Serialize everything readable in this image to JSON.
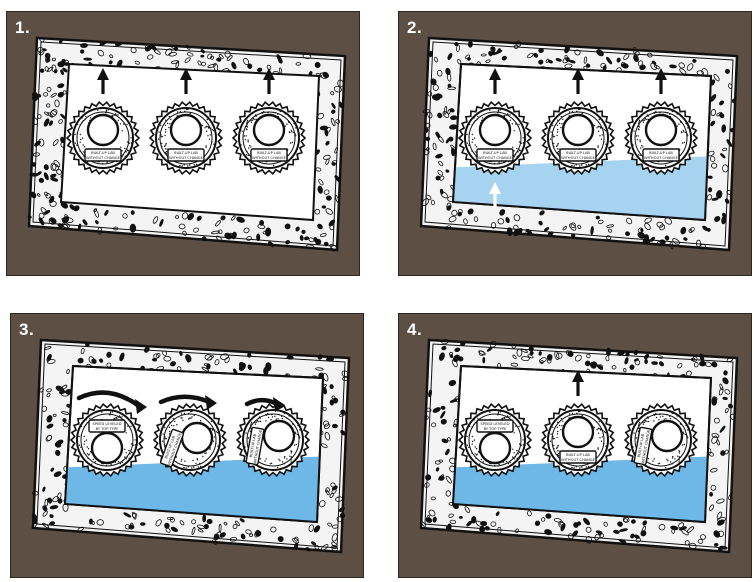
{
  "panels": [
    {
      "label": "1.",
      "water": "none",
      "upArrows": [
        0,
        1,
        2
      ],
      "curvedArrows": [],
      "whiteArrow": false,
      "knobs": [
        {
          "labelPos": "bottom"
        },
        {
          "labelPos": "bottom"
        },
        {
          "labelPos": "bottom"
        }
      ]
    },
    {
      "label": "2.",
      "water": "light",
      "upArrows": [
        0,
        1,
        2
      ],
      "curvedArrows": [],
      "whiteArrow": true,
      "knobs": [
        {
          "labelPos": "bottom"
        },
        {
          "labelPos": "bottom"
        },
        {
          "labelPos": "bottom"
        }
      ]
    },
    {
      "label": "3.",
      "water": "medium",
      "upArrows": [],
      "curvedArrows": [
        0,
        1,
        2
      ],
      "whiteArrow": false,
      "knobs": [
        {
          "labelPos": "top"
        },
        {
          "labelPos": "left"
        },
        {
          "labelPos": "left2"
        }
      ]
    },
    {
      "label": "4.",
      "water": "medium",
      "upArrows": [
        1
      ],
      "curvedArrows": [],
      "whiteArrow": false,
      "knobs": [
        {
          "labelPos": "top"
        },
        {
          "labelPos": "bottom"
        },
        {
          "labelPos": "left2"
        }
      ]
    }
  ],
  "colors": {
    "panel_bg": "#5e4f45",
    "frame": "#f4f4f4",
    "window": "#ffffff",
    "water_light": "#a6d3f0",
    "water_medium": "#6db8e6",
    "ink": "#111111"
  },
  "knob_text": {
    "upright": [
      "BUILT-UP LAB",
      "WITHOUT CHANGE"
    ],
    "tipped": [
      "SPEED LEVELED",
      "BY TOP TYPE"
    ]
  }
}
